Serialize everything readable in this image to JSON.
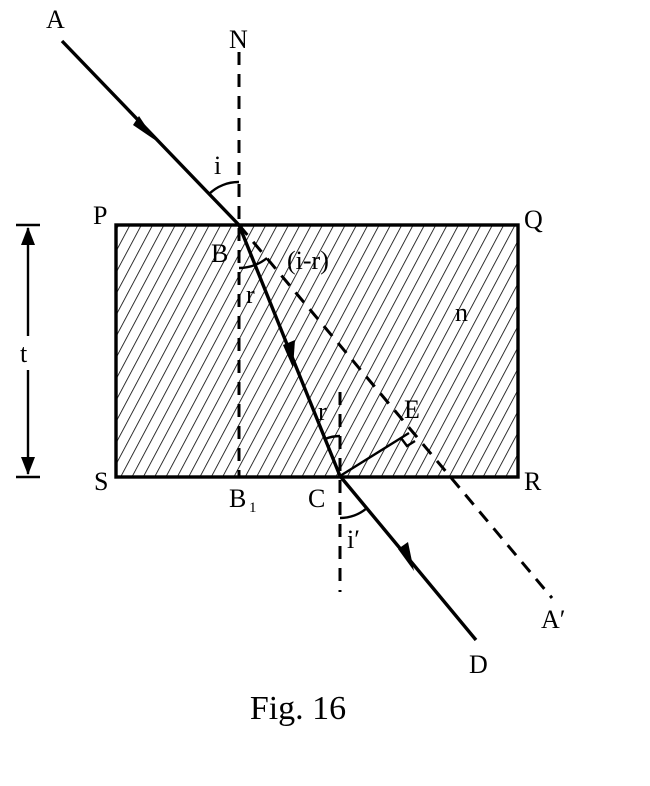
{
  "labels": {
    "A": "A",
    "N": "N",
    "i": "i",
    "P": "P",
    "Q": "Q",
    "B": "B",
    "i_minus_r": "(i-r)",
    "r_top": "r",
    "n": "n",
    "t": "t",
    "r_bottom": "r",
    "E": "E",
    "S": "S",
    "R": "R",
    "B1_main": "B",
    "B1_sub": "1",
    "C": "C",
    "i_prime": "i′",
    "A_prime": "A′",
    "D": "D"
  },
  "caption": "Fig. 16",
  "colors": {
    "ink": "#000000",
    "hatch": "#000000",
    "background": "#ffffff"
  }
}
